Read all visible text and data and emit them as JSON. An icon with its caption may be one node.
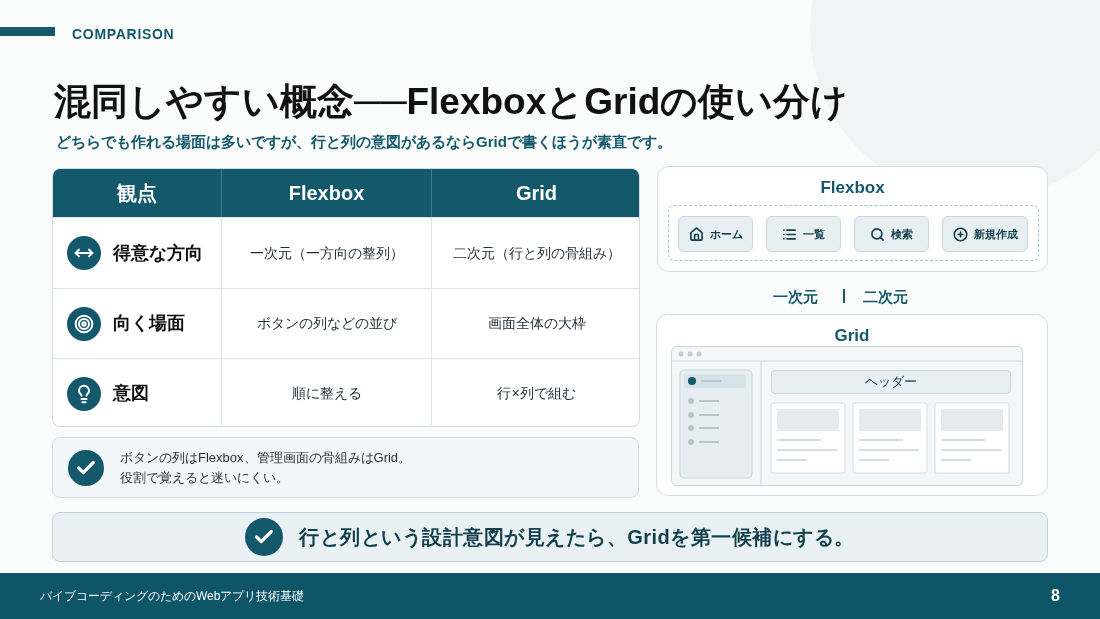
{
  "diagram": {
    "title": "混同しやすい概念──FlexboxとGridの使い分け",
    "nodes": [
      {
        "text": [
          "Flexbox"
        ]
      },
      {
        "text": [],
        "shape": "box",
        "in": 0
      },
      {
        "text": [
          "ホーム"
        ],
        "in": 1
      },
      {
        "text": [
          "一覧"
        ],
        "in": 1
      },
      {
        "text": [
          "検索"
        ],
        "in": 1
      },
      {
        "text": [
          "新規作成"
        ],
        "in": 1
      },
      {
        "text": [
          "Grid"
        ]
      },
      {
        "text": [
          "ヘッダー"
        ],
        "in": 6
      },
      {
        "text": [
          "ボタンの列はFlexbox、管理画面の骨組みはGrid。",
          "役割で覚えると迷いにくい。"
        ]
      },
      {
        "text": [
          "行と列という設計意図が見えたら、Gridを第一候補にする。"
        ]
      }
    ],
    "edges": [],
    "labels": [
      "COMPARISON",
      "どちらでも作れる場面は多いですが、行と列の意図があるならGridで書くほうが素直です。",
      "観点",
      "Flexbox",
      "Grid",
      "得意な方向",
      "一次元（一方向の整列）",
      "二次元（行と列の骨組み）",
      "向く場面",
      "ボタンの列などの並び",
      "画面全体の大枠",
      "意図",
      "順に整える",
      "行×列で組む",
      "一次元",
      "二次元",
      "バイブコーディングのためのWebアプリ技術基礎",
      "8"
    ]
  }
}
